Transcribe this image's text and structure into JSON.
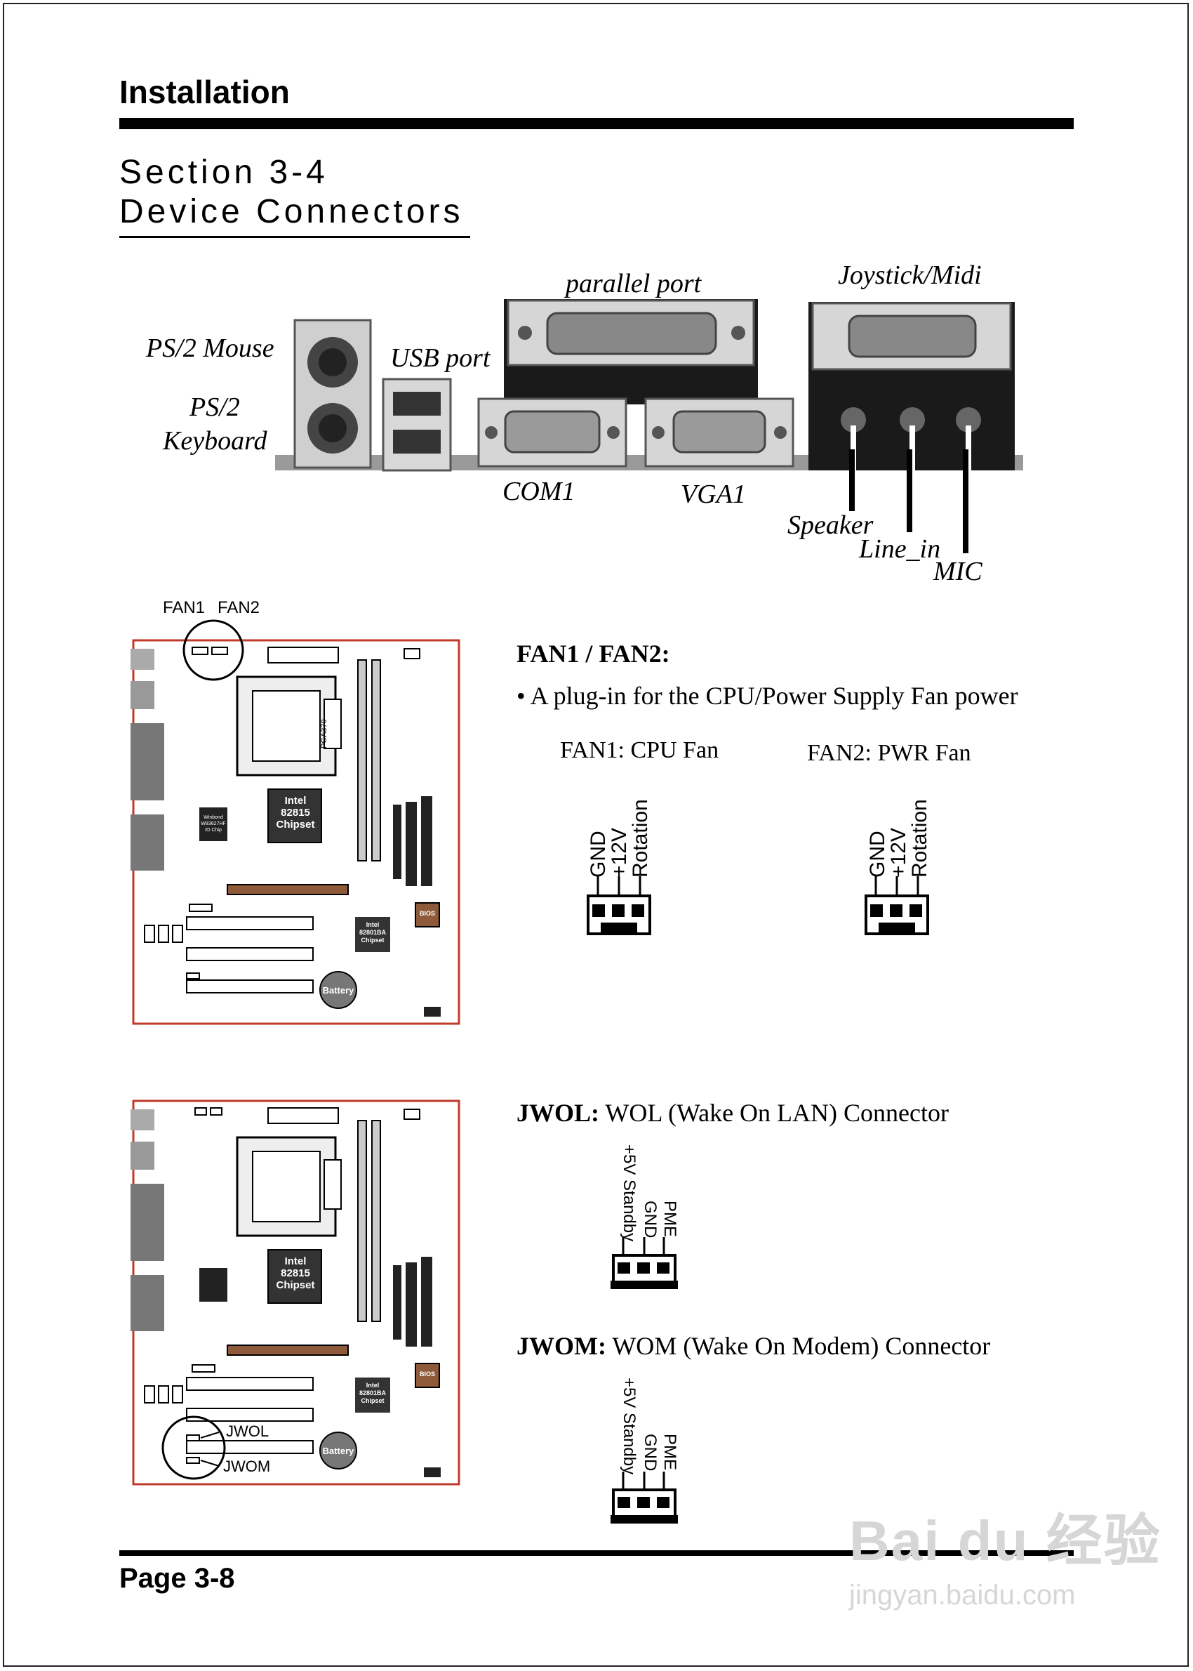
{
  "header": {
    "title": "Installation"
  },
  "section": {
    "line1": "Section 3-4",
    "line2": "Device Connectors"
  },
  "io_panel": {
    "labels": {
      "ps2_mouse": "PS/2 Mouse",
      "ps2_keyboard_1": "PS/2",
      "ps2_keyboard_2": "Keyboard",
      "usb": "USB port",
      "parallel": "parallel port",
      "joystick": "Joystick/Midi",
      "com1": "COM1",
      "vga1": "VGA1",
      "speaker": "Speaker",
      "line_in": "Line_in",
      "mic": "MIC"
    }
  },
  "fan_section": {
    "board_labels": {
      "fan1": "FAN1",
      "fan2": "FAN2"
    },
    "title": "FAN1 / FAN2:",
    "bullet": "• A plug-in for the CPU/Power Supply Fan power",
    "fan1_caption": "FAN1: CPU Fan",
    "fan2_caption": "FAN2: PWR Fan",
    "pins": [
      "GND",
      "+12V",
      "Rotation"
    ]
  },
  "board_chips": {
    "north": [
      "Intel",
      "82815",
      "Chipset"
    ],
    "south": [
      "Intel",
      "82801BA",
      "Chipset"
    ],
    "super_io": [
      "Winbond",
      "W83627HF",
      "IO Chip"
    ],
    "bios": "BIOS",
    "battery": "Battery",
    "socket": "PGA370"
  },
  "wol_section": {
    "board_labels": {
      "jwol": "JWOL",
      "jwom": "JWOM"
    },
    "jwol_title": "JWOL:",
    "jwol_desc": "WOL (Wake On LAN) Connector",
    "jwom_title": "JWOM:",
    "jwom_desc": "WOM (Wake On Modem) Connector",
    "pins": [
      "+5V Standby",
      "GND",
      "PME"
    ]
  },
  "footer": {
    "page": "Page 3-8"
  },
  "watermark": {
    "logo": "Bai du 经验",
    "url": "jingyan.baidu.com"
  }
}
